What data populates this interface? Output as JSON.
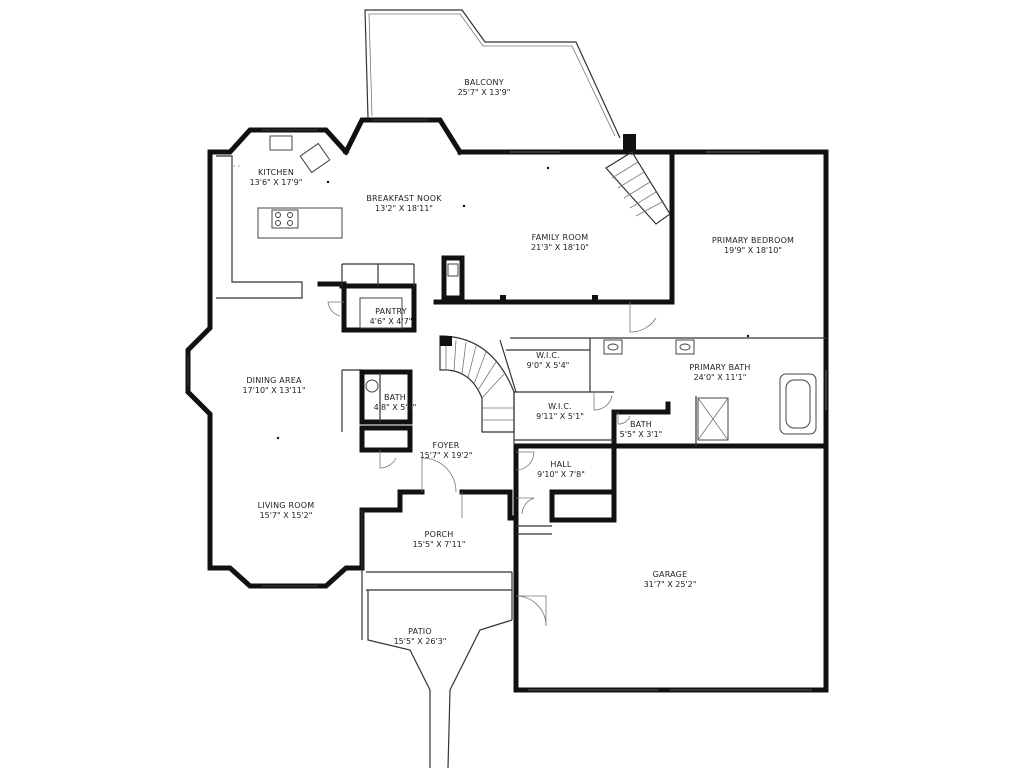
{
  "rooms": [
    {
      "name": "BALCONY",
      "dim": "25'7\" X 13'9\""
    },
    {
      "name": "KITCHEN",
      "dim": "13'6\" X 17'9\""
    },
    {
      "name": "BREAKFAST NOOK",
      "dim": "13'2\" X 18'11\""
    },
    {
      "name": "FAMILY ROOM",
      "dim": "21'3\" X 18'10\""
    },
    {
      "name": "PRIMARY BEDROOM",
      "dim": "19'9\" X 18'10\""
    },
    {
      "name": "PANTRY",
      "dim": "4'6\" X 4'7\""
    },
    {
      "name": "W.I.C.",
      "dim": "9'0\" X 5'4\""
    },
    {
      "name": "PRIMARY BATH",
      "dim": "24'0\" X 11'1\""
    },
    {
      "name": "DINING AREA",
      "dim": "17'10\" X 13'11\""
    },
    {
      "name": "BATH",
      "dim": "4'8\" X 5'3\""
    },
    {
      "name": "W.I.C.",
      "dim": "9'11\" X 5'1\""
    },
    {
      "name": "BATH",
      "dim": "5'5\" X 3'1\""
    },
    {
      "name": "FOYER",
      "dim": "15'7\" X 19'2\""
    },
    {
      "name": "HALL",
      "dim": "9'10\" X 7'8\""
    },
    {
      "name": "LIVING ROOM",
      "dim": "15'7\" X 15'2\""
    },
    {
      "name": "PORCH",
      "dim": "15'5\" X 7'11\""
    },
    {
      "name": "GARAGE",
      "dim": "31'7\" X 25'2\""
    },
    {
      "name": "PATIO",
      "dim": "15'5\" X 26'3\""
    }
  ]
}
